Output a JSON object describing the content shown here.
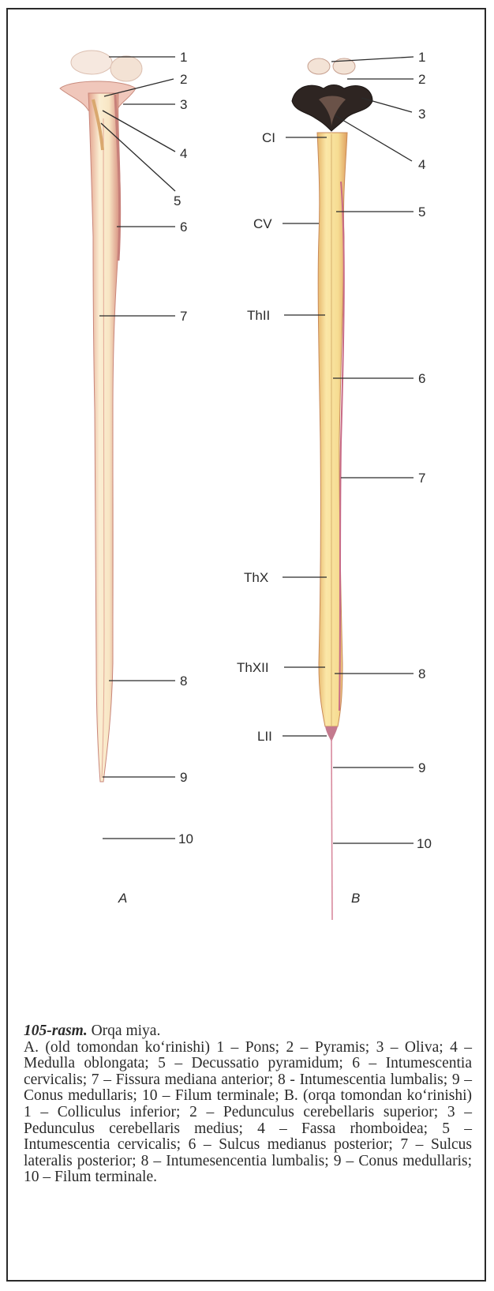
{
  "figure": {
    "panelA": {
      "letter": "A",
      "labels": [
        "1",
        "2",
        "3",
        "4",
        "5",
        "6",
        "7",
        "8",
        "9",
        "10"
      ]
    },
    "panelB": {
      "letter": "B",
      "labels": [
        "1",
        "2",
        "3",
        "4",
        "5",
        "6",
        "7",
        "8",
        "9",
        "10"
      ],
      "segments": [
        "CI",
        "CV",
        "ThII",
        "ThX",
        "ThXII",
        "LII"
      ]
    }
  },
  "caption": {
    "title": "105-rasm.",
    "subtitle": " Orqa miya.",
    "body": "A. (old tomondan ko‘rinishi) 1 – Pons; 2 – Pyramis; 3 – Oliva; 4 – Medulla oblongata; 5 – Decussatio pyramidum; 6 – Intumescentia cervicalis; 7 – Fissura mediana anterior; 8 - Intumescentia lumbalis; 9 – Conus medullaris; 10 – Filum terminale; B. (orqa tomondan ko‘rinishi) 1 – Colliculus inferior; 2 – Pedunculus cerebellaris superior; 3 – Pedunculus cerebellaris medius; 4 – Fassa rhomboidea; 5 – Intumescentia cervicalis; 6 – Sulcus medianus posterior; 7 – Sulcus lateralis posterior; 8 – Intumesencentia lumbalis; 9 – Conus medullaris; 10 – Filum terminale."
  }
}
